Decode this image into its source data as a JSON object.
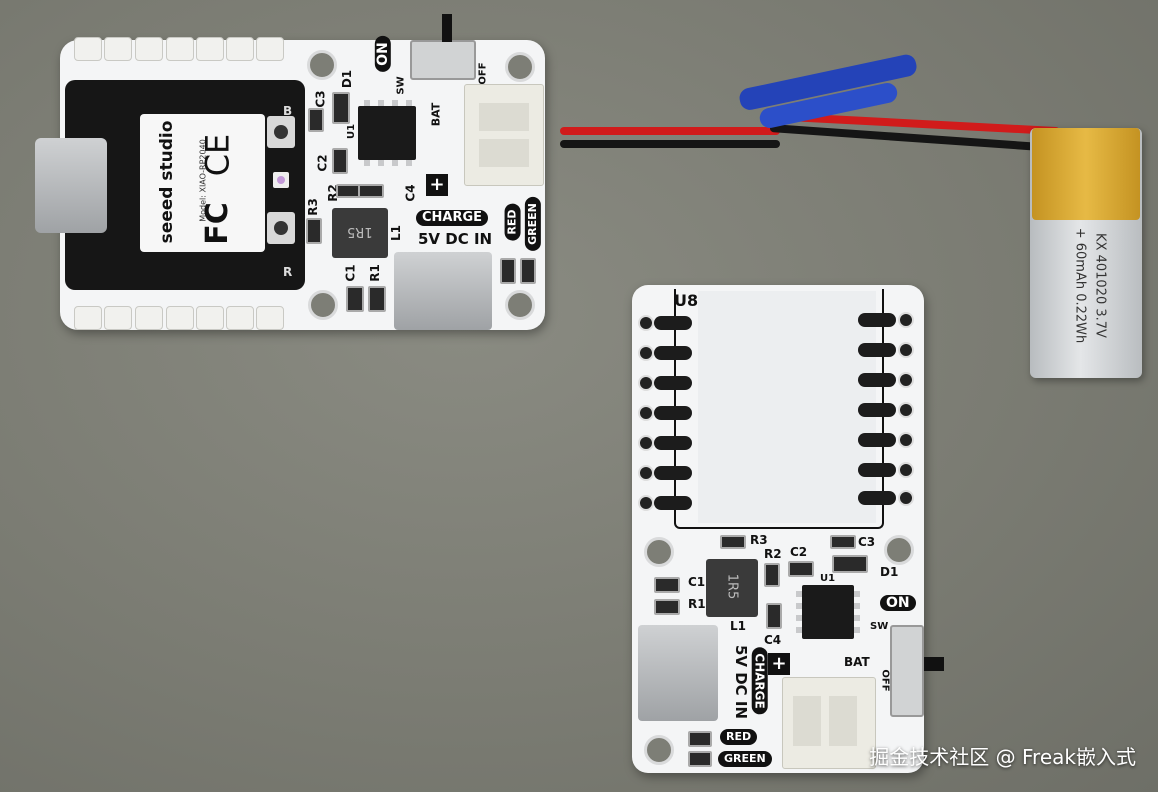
{
  "board_left": {
    "module_brand": "seeed studio",
    "module_model": "Model: XIAO-RP2040",
    "cert_fc": "FC",
    "cert_ce": "CE",
    "silk_on": "ON",
    "silk_sw": "SW",
    "silk_bat": "BAT",
    "silk_off": "OFF",
    "silk_d1": "D1",
    "silk_c3": "C3",
    "silk_u1": "U1",
    "silk_c2": "C2",
    "silk_r2": "R2",
    "silk_r3": "R3",
    "silk_c4": "C4",
    "silk_l1": "L1",
    "silk_c1": "C1",
    "silk_r1": "R1",
    "silk_b": "B",
    "silk_r": "R",
    "inductor_code": "1R5",
    "charge_label": "CHARGE",
    "dc_label": "5V DC IN",
    "red_label": "RED",
    "green_label": "GREEN",
    "plus_sign": "+"
  },
  "board_right": {
    "silk_u8": "U8",
    "silk_r3": "R3",
    "silk_r2": "R2",
    "silk_c2": "C2",
    "silk_c3": "C3",
    "silk_d1": "D1",
    "silk_c1": "C1",
    "silk_r1": "R1",
    "silk_u1": "U1",
    "silk_l1": "L1",
    "silk_c4": "C4",
    "silk_on": "ON",
    "silk_sw": "SW",
    "silk_bat": "BAT",
    "silk_off": "OFF",
    "inductor_code": "1R5",
    "charge_label": "CHARGE",
    "dc_label": "5V DC IN",
    "red_label": "RED",
    "green_label": "GREEN",
    "plus_sign": "+"
  },
  "battery": {
    "label": "+ 60mAh 0.22Wh",
    "spec": "KX 401020 3.7V"
  },
  "watermark": "掘金技术社区 @ Freak嵌入式",
  "colors": {
    "pcb_white": "#f4f5f6",
    "background": "#7c7d74",
    "wire_red": "#d11b1b",
    "wire_black": "#151515",
    "heatshrink_blue": "#2443b8",
    "kapton": "#e2ad2c"
  }
}
